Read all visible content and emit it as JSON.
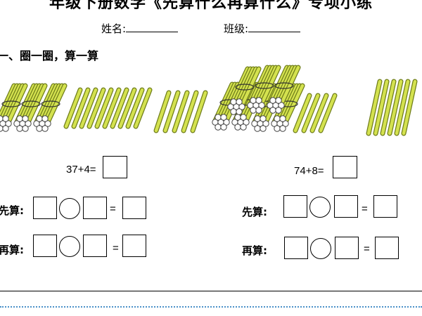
{
  "worksheet": {
    "title": "年级下册数学《先算什么再算什么》专项小练",
    "name_label": "姓名:",
    "class_label": "班级:",
    "section_title": "一、圈一圈，算一算"
  },
  "problems": [
    {
      "equation": "37+4=",
      "first_label": "先算:",
      "then_label": "再算:",
      "equals": "="
    },
    {
      "equation": "74+8=",
      "first_label": "先算:",
      "then_label": "再算:",
      "equals": "="
    }
  ],
  "colors": {
    "stick_fill": "#d4e24f",
    "stick_edge": "#6f7d1a",
    "bundle_fill": "#e6e08a",
    "dots": "#4a90c8"
  }
}
